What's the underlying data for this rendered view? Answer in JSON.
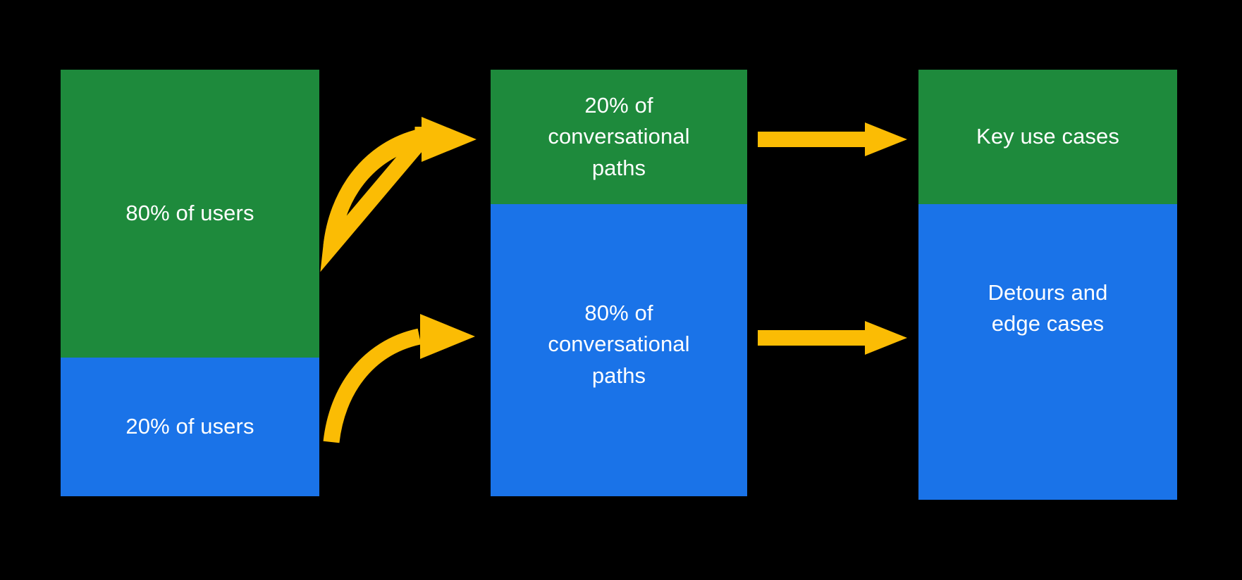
{
  "diagram": {
    "title": "Conversation design 80/20 distribution",
    "background_color": "#000000",
    "colors": {
      "green": "#1E8A3C",
      "blue": "#1A73E8",
      "arrow": "#FBBC04",
      "text": "#FFFFFF"
    },
    "columns": [
      {
        "name": "users",
        "segments": [
          {
            "label": "80% of users",
            "color": "green",
            "share": 80
          },
          {
            "label": "20% of users",
            "color": "blue",
            "share": 20
          }
        ]
      },
      {
        "name": "conversational-paths",
        "segments": [
          {
            "label": "20% of\nconversational\npaths",
            "color": "green",
            "share": 20
          },
          {
            "label": "80% of\nconversational\npaths",
            "color": "blue",
            "share": 80
          }
        ]
      },
      {
        "name": "outcomes",
        "segments": [
          {
            "label": "Key use cases",
            "color": "green",
            "share": 20
          },
          {
            "label": "Detours and\nedge cases",
            "color": "blue",
            "share": 80
          }
        ]
      }
    ],
    "arrows": [
      {
        "name": "curved-arrow-users-to-paths-top",
        "style": "curved",
        "from": "80% of users",
        "to": "20% of conversational paths"
      },
      {
        "name": "curved-arrow-users-to-paths-bottom",
        "style": "curved",
        "from": "20% of users",
        "to": "80% of conversational paths"
      },
      {
        "name": "straight-arrow-paths-to-key-use-cases",
        "style": "straight",
        "from": "20% of conversational paths",
        "to": "Key use cases"
      },
      {
        "name": "straight-arrow-paths-to-detours",
        "style": "straight",
        "from": "80% of conversational paths",
        "to": "Detours and edge cases"
      }
    ]
  }
}
